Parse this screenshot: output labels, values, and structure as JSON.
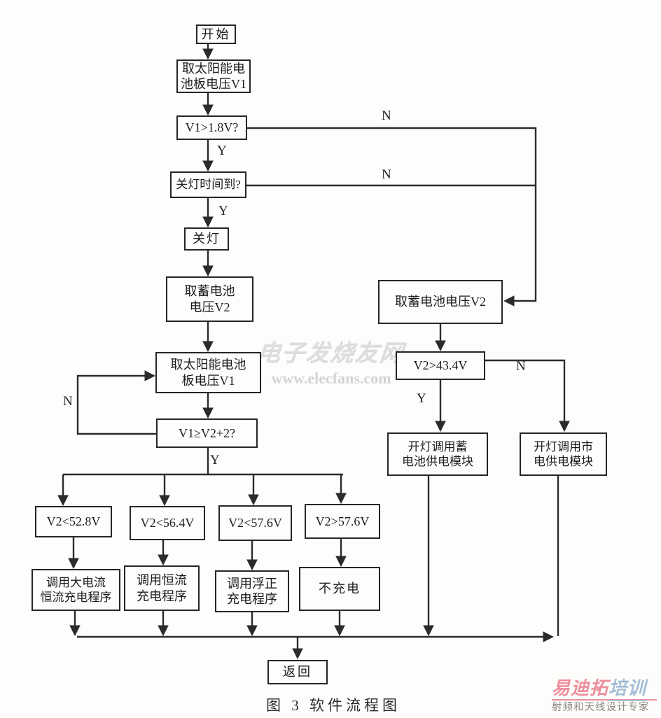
{
  "nodes": {
    "start": {
      "label": "开始"
    },
    "get_solar_v1_top": {
      "label": "取太阳能电\n池板电压V1"
    },
    "check_v1_gt_1_8": {
      "label": "V1>1.8V?"
    },
    "check_light_off_time": {
      "label": "关灯时间到?"
    },
    "light_off": {
      "label": "关灯"
    },
    "get_battery_v2_left": {
      "label": "取蓄电池\n电压V2"
    },
    "get_solar_v1_mid": {
      "label": "取太阳能电池\n板电压V1"
    },
    "check_v1_ge_v2_plus_2": {
      "label": "V1≥V2+2?"
    },
    "cond_v2_lt_52_8": {
      "label": "V2<52.8V"
    },
    "cond_v2_lt_56_4": {
      "label": "V2<56.4V"
    },
    "cond_v2_lt_57_6": {
      "label": "V2<57.6V"
    },
    "cond_v2_gt_57_6": {
      "label": "V2>57.6V"
    },
    "call_high_current_charge": {
      "label": "调用大电流\n恒流充电程序"
    },
    "call_constant_current_charge": {
      "label": "调用恒流\n充电程序"
    },
    "call_float_charge": {
      "label": "调用浮正\n充电程序"
    },
    "no_charge": {
      "label": "不充电"
    },
    "get_battery_v2_right": {
      "label": "取蓄电池电压V2"
    },
    "check_v2_gt_43_4": {
      "label": "V2>43.4V"
    },
    "light_on_battery_module": {
      "label": "开灯调用蓄\n电池供电模块"
    },
    "light_on_mains_module": {
      "label": "开灯调用市\n电供电模块"
    },
    "return": {
      "label": "返回"
    }
  },
  "edge_labels": {
    "yes": "Y",
    "no": "N"
  },
  "caption": "图 3  软件流程图",
  "watermark": {
    "line1": "电子发烧友网",
    "line2": "www.elecfans.com"
  },
  "logo": {
    "brand_left": "易迪拓",
    "brand_right": "培训",
    "tagline": "射频和天线设计专家"
  },
  "colors": {
    "line": "#2b2b2b",
    "brand_pink": "#ee8e9d",
    "brand_blue": "#a3bdd6",
    "watermark_gray": "#dcdcdc"
  }
}
